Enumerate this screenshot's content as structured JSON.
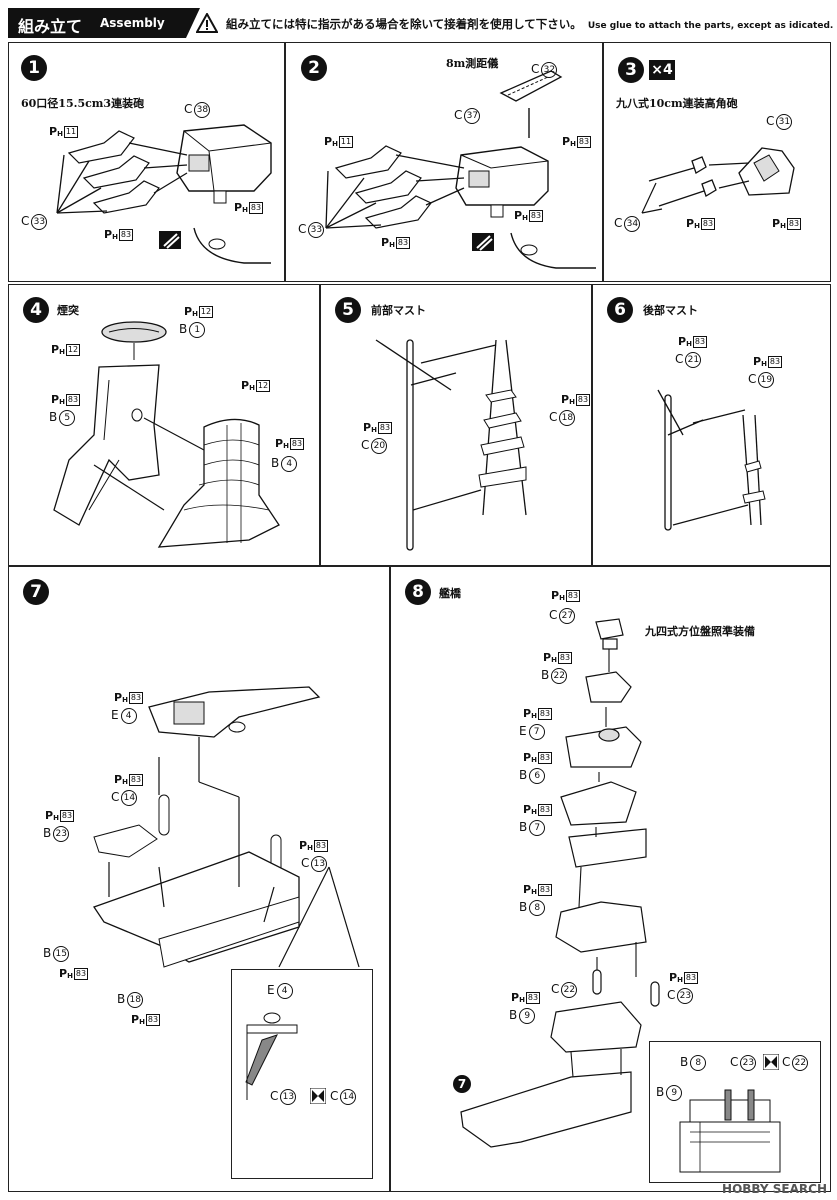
{
  "header": {
    "title_jp": "組み立て",
    "title_en": "Assembly",
    "instruction_jp": "組み立てには特に指示がある場合を除いて接着剤を使用して下さい。",
    "instruction_en": "Use glue to attach the parts, except as idicated.",
    "warning_icon": "warning-triangle-icon"
  },
  "steps": [
    {
      "number": "1",
      "title": "60口径15.5cm3連装砲",
      "labels": {
        "ph11": "11",
        "ph83": "83",
        "c38": "38",
        "c33": "33",
        "c_letter": "C"
      }
    },
    {
      "number": "2",
      "title": "8m測距儀",
      "labels": {
        "c32": "32",
        "c37": "37",
        "ph11": "11",
        "ph83": "83",
        "c33": "33",
        "c_letter": "C"
      }
    },
    {
      "number": "3",
      "multiplier": "×4",
      "title": "九八式10cm連装高角砲",
      "labels": {
        "c31": "31",
        "c34": "34",
        "ph83": "83",
        "c_letter": "C"
      }
    },
    {
      "number": "4",
      "title": "煙突",
      "labels": {
        "ph12": "12",
        "b1": "1",
        "ph83": "83",
        "b5": "5",
        "b4": "4",
        "b_letter": "B"
      }
    },
    {
      "number": "5",
      "title": "前部マスト",
      "labels": {
        "ph83": "83",
        "c20": "20",
        "c18": "18",
        "c_letter": "C"
      }
    },
    {
      "number": "6",
      "title": "後部マスト",
      "labels": {
        "ph83": "83",
        "c21": "21",
        "c19": "19",
        "c_letter": "C"
      }
    },
    {
      "number": "7",
      "labels": {
        "ph83": "83",
        "e4": "4",
        "c14": "14",
        "b23": "23",
        "c13": "13",
        "b15": "15",
        "b18": "18"
      }
    },
    {
      "number": "8",
      "title": "艦橋",
      "subtitle": "九四式方位盤照準装備",
      "labels": {
        "ph83": "83",
        "c27": "27",
        "b22": "22",
        "e7": "7",
        "b6": "6",
        "b7": "7",
        "b8": "8",
        "c22": "22",
        "c23": "23",
        "b9": "9",
        "ref7": "7"
      }
    }
  ],
  "letters": {
    "ph": "P",
    "ph_sub": "H",
    "b": "B",
    "c": "C",
    "e": "E"
  },
  "watermark": "HOBBY SEARCH",
  "colors": {
    "ink": "#111111",
    "paper": "#ffffff",
    "shade": "#888888"
  }
}
